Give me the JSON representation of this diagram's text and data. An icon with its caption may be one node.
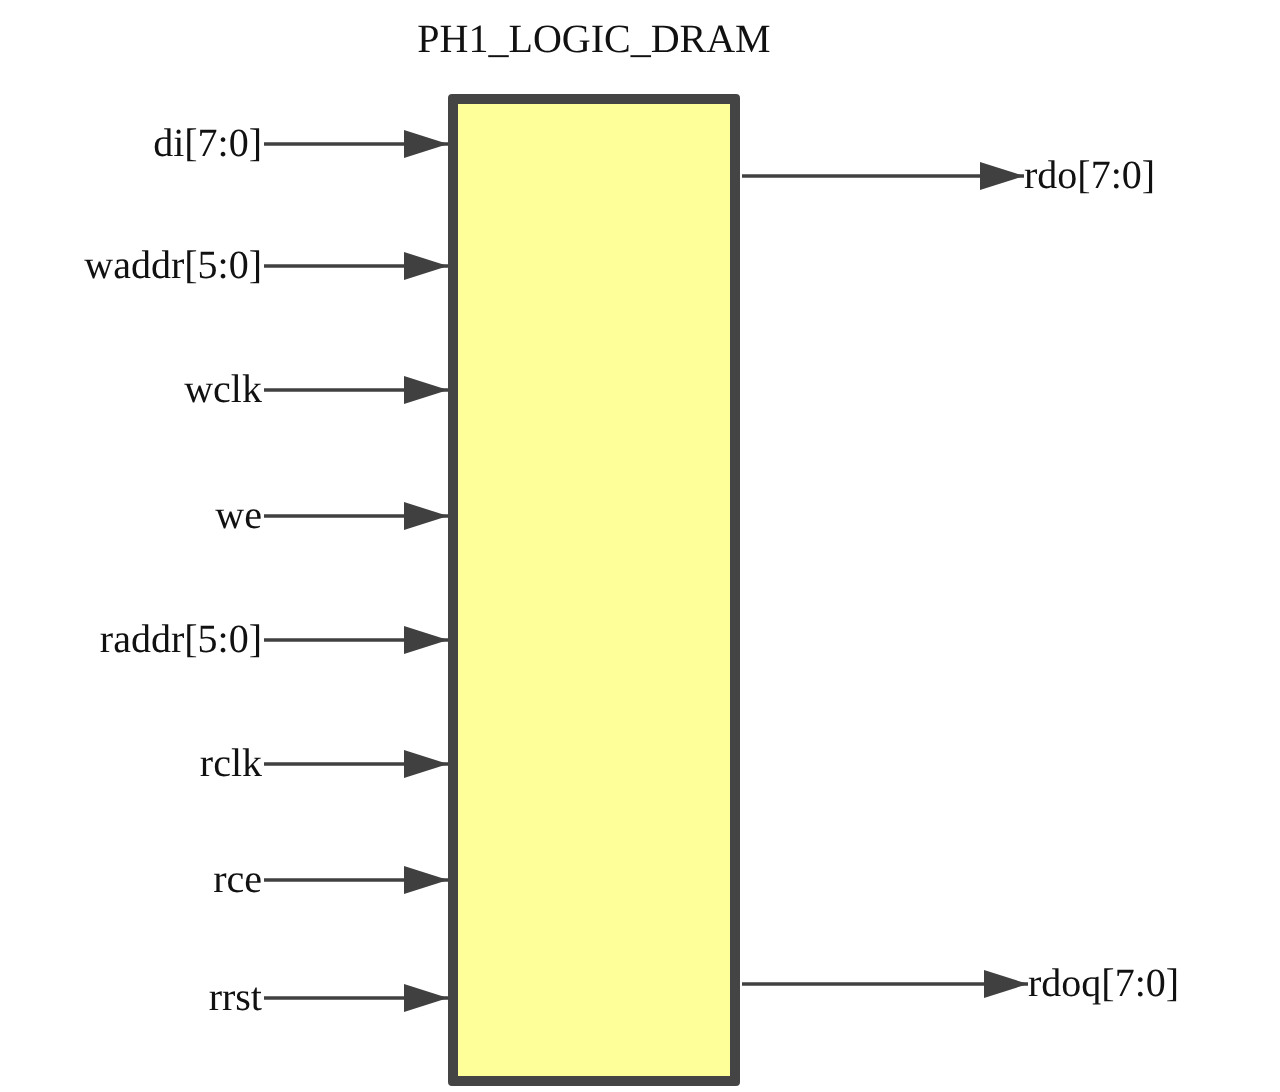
{
  "diagram": {
    "nodes": [
      {
        "text": [
          "PH1_LOGIC_DRAM"
        ]
      },
      {
        "text": [
          "di[7:0]"
        ]
      },
      {
        "text": [
          "waddr[5:0]"
        ]
      },
      {
        "text": [
          "wclk"
        ]
      },
      {
        "text": [
          "we"
        ]
      },
      {
        "text": [
          "raddr[5:0]"
        ]
      },
      {
        "text": [
          "rclk"
        ]
      },
      {
        "text": [
          "rce"
        ]
      },
      {
        "text": [
          "rrst"
        ]
      },
      {
        "text": [
          "rdo[7:0]"
        ]
      },
      {
        "text": [
          "rdoq[7:0]"
        ]
      }
    ],
    "edges": [
      {
        "from": 1,
        "to": 0,
        "arrow": "to"
      },
      {
        "from": 2,
        "to": 0,
        "arrow": "to"
      },
      {
        "from": 3,
        "to": 0,
        "arrow": "to"
      },
      {
        "from": 4,
        "to": 0,
        "arrow": "to"
      },
      {
        "from": 5,
        "to": 0,
        "arrow": "to"
      },
      {
        "from": 6,
        "to": 0,
        "arrow": "to"
      },
      {
        "from": 7,
        "to": 0,
        "arrow": "to"
      },
      {
        "from": 8,
        "to": 0,
        "arrow": "to"
      },
      {
        "from": 0,
        "to": 9,
        "arrow": "to"
      },
      {
        "from": 0,
        "to": 10,
        "arrow": "to"
      }
    ]
  }
}
